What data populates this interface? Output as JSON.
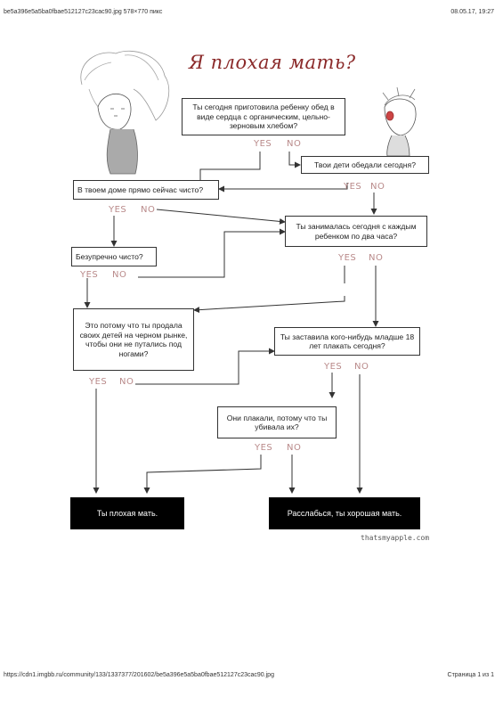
{
  "header": {
    "file_info": "be5a396e5a5ba0fbae512127c23cac90.jpg 578×770 пикс",
    "datetime": "08.05.17, 19:27"
  },
  "footer": {
    "url": "https://cdn1.imgbb.ru/community/133/1337377/201602/be5a396e5a5ba0fbae512127c23cac90.jpg",
    "page": "Страница 1 из 1"
  },
  "title": "Я плохая мать?",
  "nodes": {
    "q1": "Ты сегодня приготовила ребенку обед в виде сердца с органическим, цельно-зерновым хлебом?",
    "q2": "Твои дети обедали сегодня?",
    "q3": "В твоем доме прямо сейчас чисто?",
    "q4": "Ты занималась сегодня с каждым ребенком по два часа?",
    "q5": "Безупречно чисто?",
    "q6": "Это потому что ты продала своих детей на черном рынке, чтобы они не путались под ногами?",
    "q7": "Ты заставила кого-нибудь младше 18 лет плакать сегодня?",
    "q8": "Они плакали, потому что ты убивала их?"
  },
  "labels": {
    "yes": "YES",
    "no": "NO"
  },
  "results": {
    "bad": "Ты плохая мать.",
    "good": "Расслабься, ты хорошая мать."
  },
  "credit": "thatsmyapple.com",
  "colors": {
    "title": "#8b2a2a",
    "yes_no": "#b98a8a",
    "result_bg": "#000000"
  }
}
